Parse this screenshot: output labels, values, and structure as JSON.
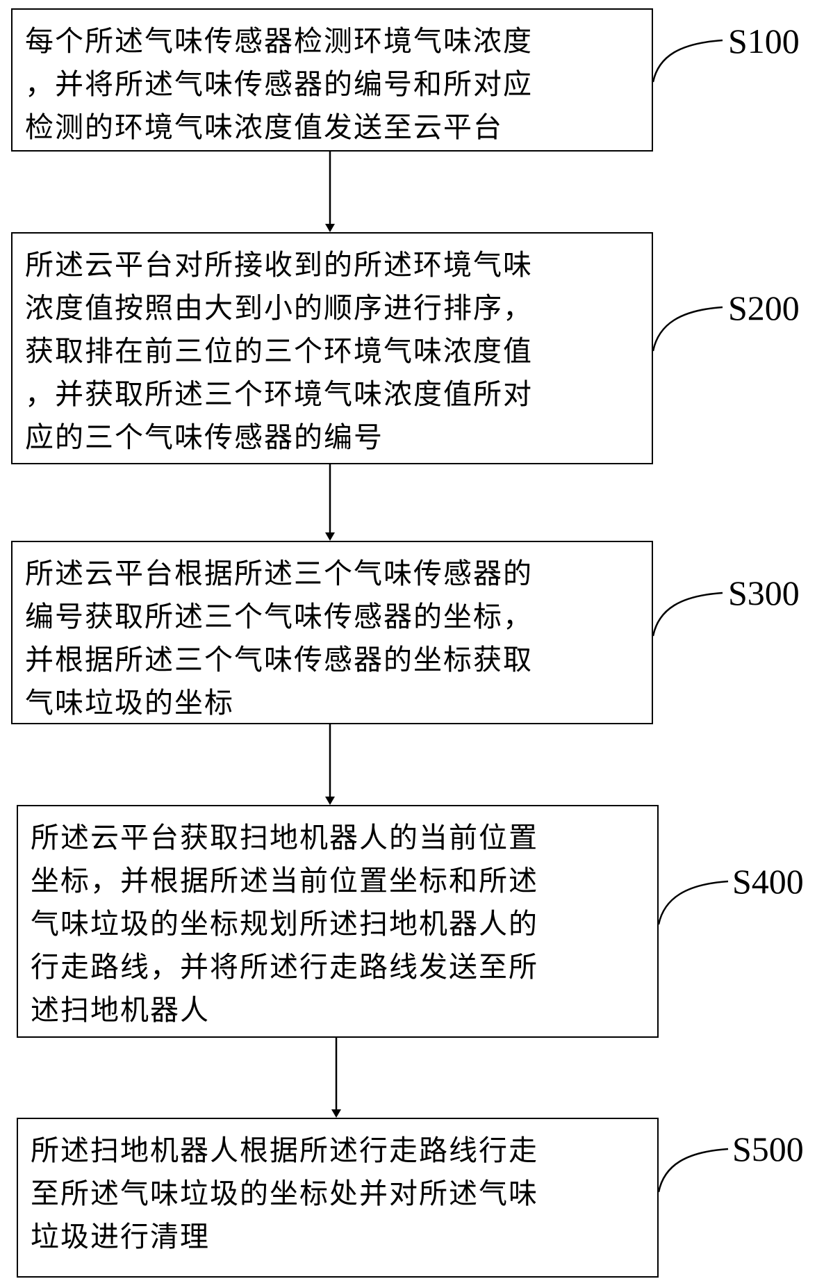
{
  "steps": [
    {
      "label": "S100",
      "lines": [
        "每个所述气味传感器检测环境气味浓度",
        "，并将所述气味传感器的编号和所对应",
        "检测的环境气味浓度值发送至云平台"
      ]
    },
    {
      "label": "S200",
      "lines": [
        "所述云平台对所接收到的所述环境气味",
        "浓度值按照由大到小的顺序进行排序，",
        "获取排在前三位的三个环境气味浓度值",
        "，并获取所述三个环境气味浓度值所对",
        "应的三个气味传感器的编号"
      ]
    },
    {
      "label": "S300",
      "lines": [
        "所述云平台根据所述三个气味传感器的",
        "编号获取所述三个气味传感器的坐标，",
        "并根据所述三个气味传感器的坐标获取",
        "气味垃圾的坐标"
      ]
    },
    {
      "label": "S400",
      "lines": [
        "所述云平台获取扫地机器人的当前位置",
        "坐标，并根据所述当前位置坐标和所述",
        "气味垃圾的坐标规划所述扫地机器人的",
        "行走路线，并将所述行走路线发送至所",
        "述扫地机器人"
      ]
    },
    {
      "label": "S500",
      "lines": [
        "所述扫地机器人根据所述行走路线行走",
        "至所述气味垃圾的坐标处并对所述气味",
        "垃圾进行清理"
      ]
    }
  ]
}
